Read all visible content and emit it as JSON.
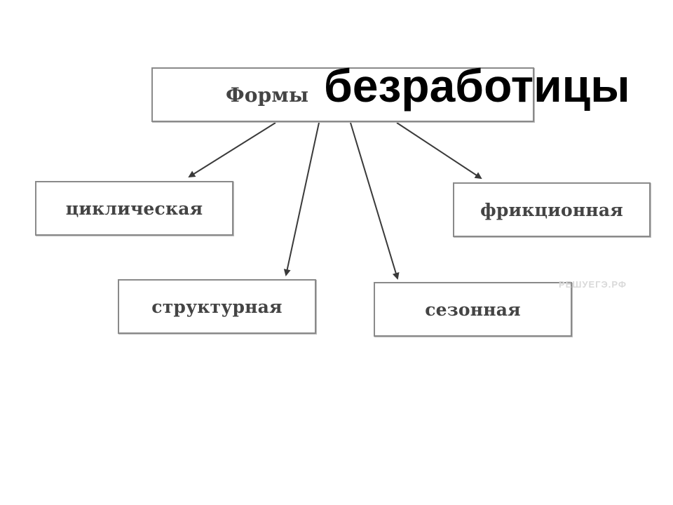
{
  "diagram": {
    "root": {
      "word1": "Формы",
      "word2": "безработицы"
    },
    "nodes": {
      "cyclic": "циклическая",
      "frictional": "фрикционная",
      "structural": "структурная",
      "seasonal": "сезонная"
    },
    "watermark": "РЕШУЕГЭ.РФ",
    "colors": {
      "border": "#8a8a8a",
      "text": "#444444",
      "arrow": "#3a3a3a",
      "title": "#000000"
    }
  }
}
